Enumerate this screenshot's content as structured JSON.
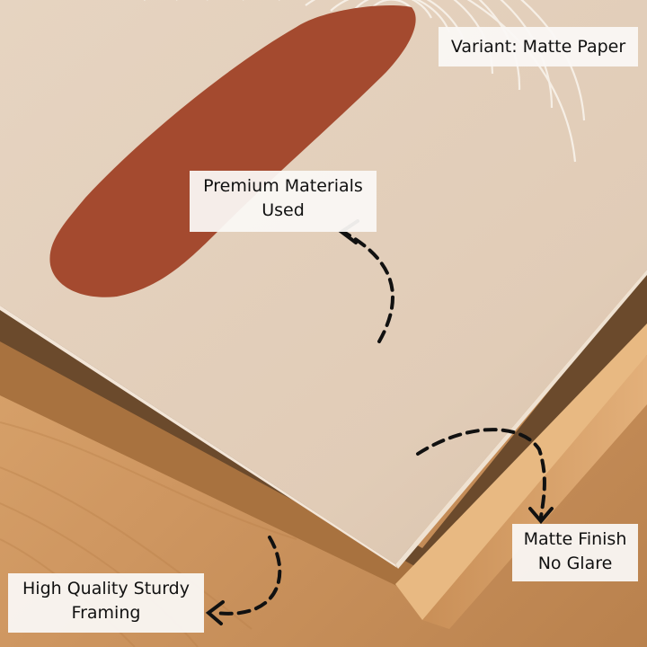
{
  "colors": {
    "paper": "#e3d0bc",
    "paper_shadow": "#d2bca5",
    "brush_stroke": "#a44a2f",
    "ring_lines": "#f4ece3",
    "wood_light": "#d9a46b",
    "wood_dark": "#b8804c",
    "frame_inner": "#5a3d24",
    "label_bg": "#faf8f5",
    "label_text": "#111111",
    "arrow": "#111111"
  },
  "callouts": {
    "variant": {
      "text": "Variant: Matte Paper"
    },
    "premium": {
      "line1": "Premium Materials",
      "line2": "Used"
    },
    "matte": {
      "line1": "Matte Finish",
      "line2": "No Glare"
    },
    "framing": {
      "line1": "High Quality Sturdy",
      "line2": "Framing"
    }
  },
  "icons": {
    "arrow_premium": "dashed-curved-arrow-icon",
    "arrow_matte": "dashed-curved-arrow-icon",
    "arrow_framing": "dashed-curved-arrow-icon"
  }
}
